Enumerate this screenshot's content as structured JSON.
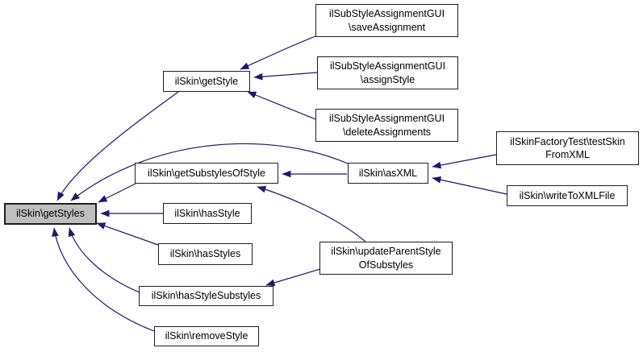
{
  "diagram": {
    "type": "call-graph",
    "description": "callers graph of ilSkin\\getStyles",
    "colors": {
      "edge": "#191970",
      "node_border": "#1f1f1f",
      "node_fill": "#ffffff",
      "highlight_fill": "#bfbfbf",
      "background": "#ffffff"
    }
  },
  "nodes": {
    "getStyles": {
      "line1": "ilSkin\\getStyles",
      "highlighted": true
    },
    "getStyle": {
      "line1": "ilSkin\\getStyle"
    },
    "saveAssignment": {
      "line1": "ilSubStyleAssignmentGUI",
      "line2": "\\saveAssignment"
    },
    "assignStyle": {
      "line1": "ilSubStyleAssignmentGUI",
      "line2": "\\assignStyle"
    },
    "deleteAssignments": {
      "line1": "ilSubStyleAssignmentGUI",
      "line2": "\\deleteAssignments"
    },
    "getSubstylesOfStyle": {
      "line1": "ilSkin\\getSubstylesOfStyle"
    },
    "asXML": {
      "line1": "ilSkin\\asXML"
    },
    "testSkinFromXML": {
      "line1": "ilSkinFactoryTest\\testSkin",
      "line2": "FromXML"
    },
    "writeToXMLFile": {
      "line1": "ilSkin\\writeToXMLFile"
    },
    "hasStyle": {
      "line1": "ilSkin\\hasStyle"
    },
    "hasStyles": {
      "line1": "ilSkin\\hasStyles"
    },
    "updateParentStyleOfSubstyles": {
      "line1": "ilSkin\\updateParentStyle",
      "line2": "OfSubstyles"
    },
    "hasStyleSubstyles": {
      "line1": "ilSkin\\hasStyleSubstyles"
    },
    "removeStyle": {
      "line1": "ilSkin\\removeStyle"
    }
  },
  "edges": [
    {
      "from": "ilSubStyleAssignmentGUI\\saveAssignment",
      "to": "ilSkin\\getStyle"
    },
    {
      "from": "ilSubStyleAssignmentGUI\\assignStyle",
      "to": "ilSkin\\getStyle"
    },
    {
      "from": "ilSubStyleAssignmentGUI\\deleteAssignments",
      "to": "ilSkin\\getStyle"
    },
    {
      "from": "ilSkin\\getStyle",
      "to": "ilSkin\\getStyles"
    },
    {
      "from": "ilSkin\\asXML",
      "to": "ilSkin\\getStyles"
    },
    {
      "from": "ilSkin\\asXML",
      "to": "ilSkin\\getSubstylesOfStyle"
    },
    {
      "from": "ilSkinFactoryTest\\testSkinFromXML",
      "to": "ilSkin\\asXML"
    },
    {
      "from": "ilSkin\\writeToXMLFile",
      "to": "ilSkin\\asXML"
    },
    {
      "from": "ilSkin\\getSubstylesOfStyle",
      "to": "ilSkin\\getStyles"
    },
    {
      "from": "ilSkin\\hasStyle",
      "to": "ilSkin\\getStyles"
    },
    {
      "from": "ilSkin\\hasStyles",
      "to": "ilSkin\\getStyles"
    },
    {
      "from": "ilSkin\\hasStyleSubstyles",
      "to": "ilSkin\\getStyles"
    },
    {
      "from": "ilSkin\\removeStyle",
      "to": "ilSkin\\getStyles"
    },
    {
      "from": "ilSkin\\updateParentStyleOfSubstyles",
      "to": "ilSkin\\getSubstylesOfStyle"
    },
    {
      "from": "ilSkin\\updateParentStyleOfSubstyles",
      "to": "ilSkin\\hasStyleSubstyles"
    }
  ]
}
